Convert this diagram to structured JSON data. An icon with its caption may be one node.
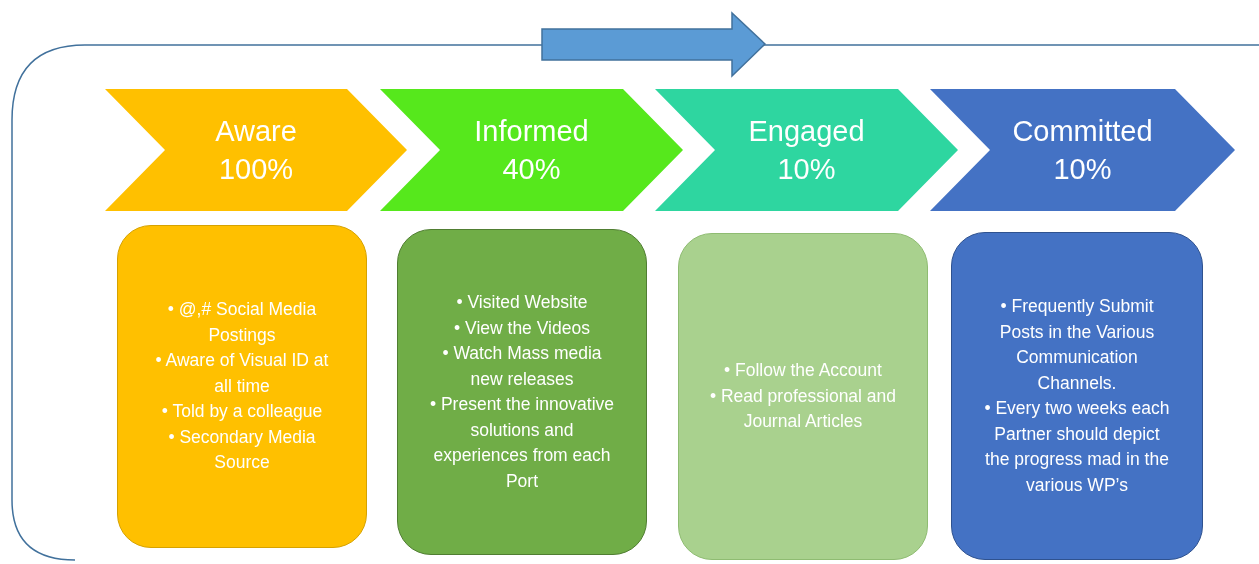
{
  "diagram": {
    "nodes": [
      {
        "text": [
          "Aware",
          "100%"
        ]
      },
      {
        "text": [
          "Informed",
          "40%"
        ]
      },
      {
        "text": [
          "Engaged",
          "10%"
        ]
      },
      {
        "text": [
          "Committed",
          "10%"
        ]
      },
      {
        "text": [
          "• @,# Social Media Postings",
          "• Aware of Visual ID at all time",
          "• Told by a colleague",
          "• Secondary Media Source"
        ]
      },
      {
        "text": [
          "• Visited Website",
          "• View the Videos",
          "• Watch Mass media new releases",
          "• Present the innovative solutions and experiences from each Port"
        ]
      },
      {
        "text": [
          "• Follow the Account",
          "• Read professional and Journal Articles"
        ]
      },
      {
        "text": [
          "• Frequently Submit Posts in the Various Communication Channels.",
          "• Every two weeks each Partner should depict the progress mad in the various WP’s"
        ]
      }
    ]
  }
}
